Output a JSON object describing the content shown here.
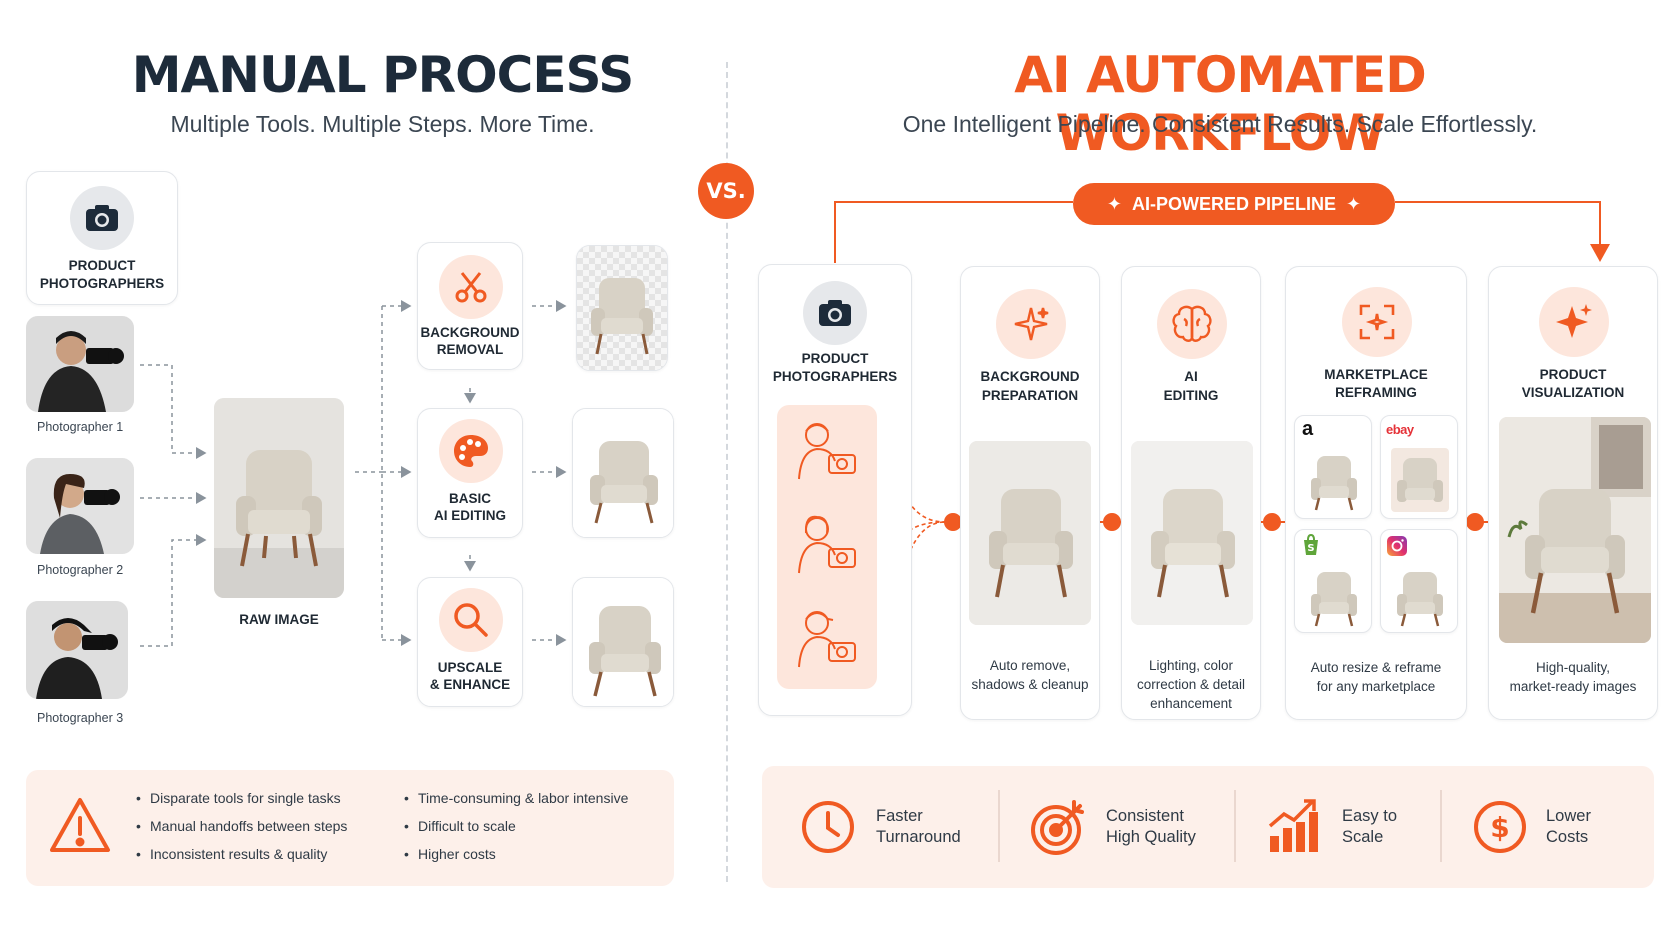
{
  "manual": {
    "title": "MANUAL PROCESS",
    "subtitle": "Multiple Tools. Multiple Steps. More Time.",
    "photographers_label_1": "PRODUCT",
    "photographers_label_2": "PHOTOGRAPHERS",
    "photographers": [
      "Photographer 1",
      "Photographer 2",
      "Photographer 3"
    ],
    "raw_label": "RAW IMAGE",
    "steps": [
      {
        "line1": "BACKGROUND",
        "line2": "REMOVAL"
      },
      {
        "line1": "BASIC",
        "line2": "AI EDITING"
      },
      {
        "line1": "UPSCALE",
        "line2": "& ENHANCE"
      }
    ],
    "issues_col1": [
      "Disparate tools for single tasks",
      "Manual handoffs between steps",
      "Inconsistent results & quality"
    ],
    "issues_col2": [
      "Time-consuming & labor intensive",
      "Difficult to scale",
      "Higher costs"
    ]
  },
  "vs": "VS.",
  "ai": {
    "title": "AI AUTOMATED WORKFLOW",
    "subtitle": "One Intelligent Pipeline. Consistent Results. Scale Effortlessly.",
    "pipeline_label": "AI-POWERED PIPELINE",
    "photographers_label_1": "PRODUCT",
    "photographers_label_2": "PHOTOGRAPHERS",
    "stages": [
      {
        "line1": "BACKGROUND",
        "line2": "PREPARATION",
        "desc1": "Auto remove,",
        "desc2": "shadows & cleanup",
        "desc3": ""
      },
      {
        "line1": "AI",
        "line2": "EDITING",
        "desc1": "Lighting, color",
        "desc2": "correction & detail",
        "desc3": "enhancement"
      },
      {
        "line1": "MARKETPLACE",
        "line2": "REFRAMING",
        "desc1": "Auto resize & reframe",
        "desc2": "for any marketplace",
        "desc3": ""
      },
      {
        "line1": "PRODUCT",
        "line2": "VISUALIZATION",
        "desc1": "High-quality,",
        "desc2": "market-ready images",
        "desc3": ""
      }
    ],
    "marketplaces": [
      "a",
      "ebay"
    ],
    "benefits": [
      {
        "line1": "Faster",
        "line2": "Turnaround",
        "icon": "clock-icon"
      },
      {
        "line1": "Consistent",
        "line2": "High Quality",
        "icon": "target-icon"
      },
      {
        "line1": "Easy to",
        "line2": "Scale",
        "icon": "growth-chart-icon"
      },
      {
        "line1": "Lower",
        "line2": "Costs",
        "icon": "dollar-icon"
      }
    ]
  },
  "colors": {
    "accent": "#f05a22",
    "navy": "#1d2b3a",
    "peach": "#fdf0ea"
  }
}
